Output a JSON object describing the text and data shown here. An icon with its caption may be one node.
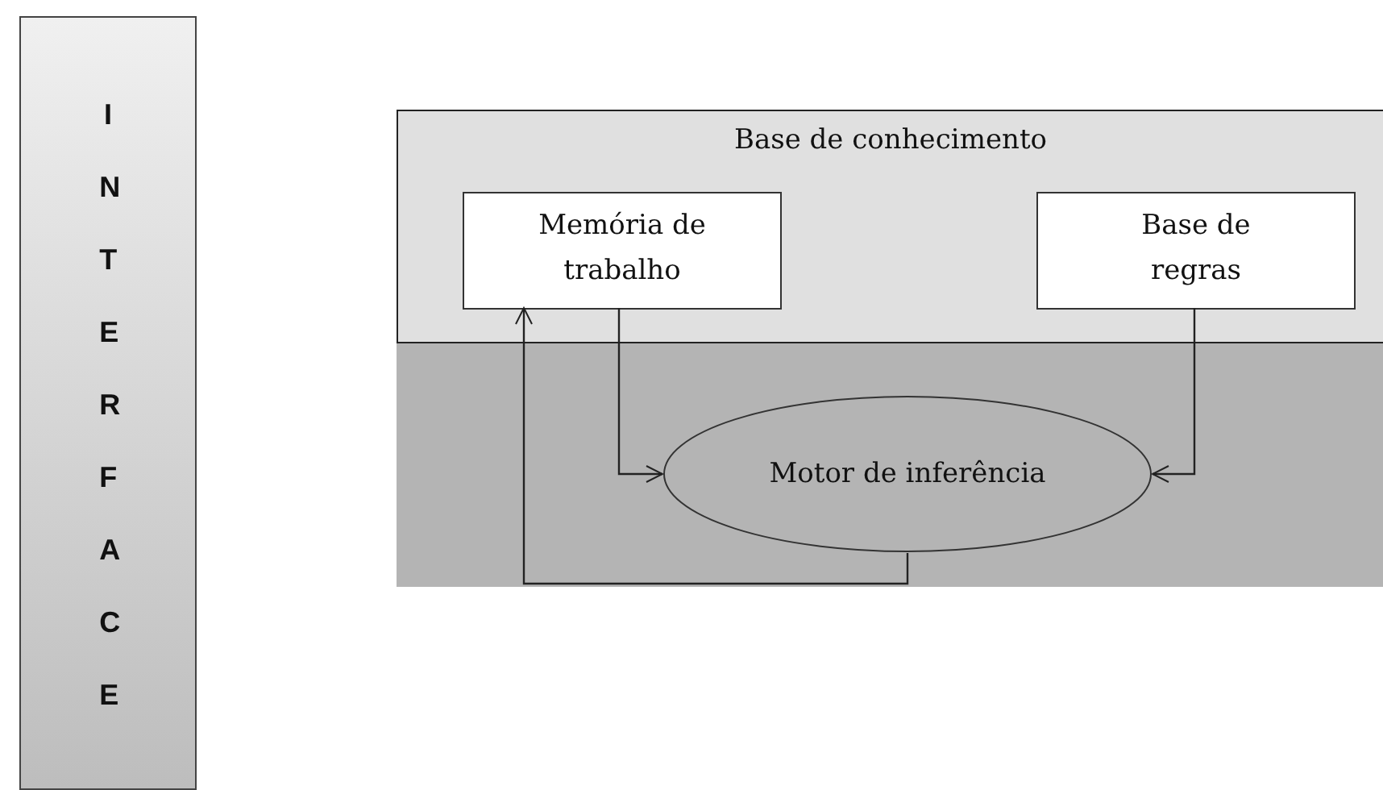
{
  "diagram": {
    "nodes": [
      {
        "text": [
          "INTERFACE"
        ]
      },
      {
        "text": [
          "Base de conhecimento"
        ]
      },
      {
        "text": [
          "Memória de trabalho"
        ],
        "in": 1
      },
      {
        "text": [
          "Base de regras"
        ],
        "in": 1
      },
      {
        "text": [
          "Motor de inferência"
        ]
      }
    ],
    "edges": [
      {
        "from": 2,
        "to": 4,
        "arrow": "to"
      },
      {
        "from": 3,
        "to": 4,
        "arrow": "to"
      },
      {
        "from": 4,
        "to": 2,
        "arrow": "to"
      }
    ]
  }
}
